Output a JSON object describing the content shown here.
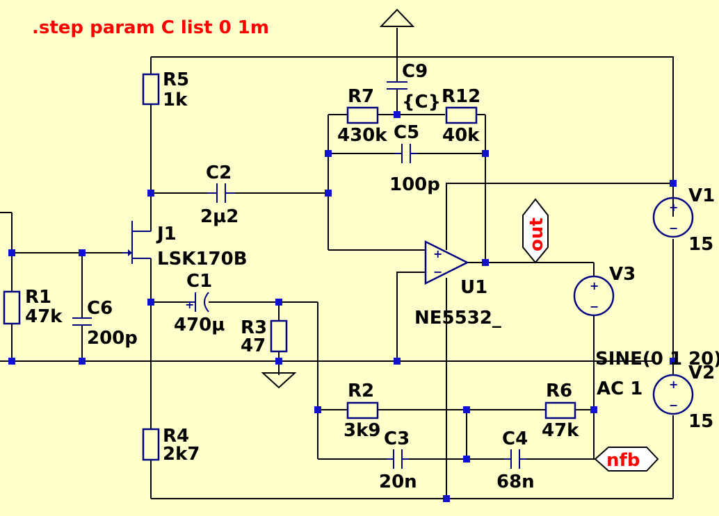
{
  "directive": ".step param C list 0 1m",
  "components": {
    "R5": {
      "name": "R5",
      "value": "1k"
    },
    "R7": {
      "name": "R7",
      "value": "430k"
    },
    "R12": {
      "name": "R12",
      "value": "40k"
    },
    "C9": {
      "name": "C9",
      "value": "{C}"
    },
    "C5": {
      "name": "C5",
      "value": "100p"
    },
    "C2": {
      "name": "C2",
      "value": "2µ2"
    },
    "J1": {
      "name": "J1",
      "value": "LSK170B"
    },
    "C1": {
      "name": "C1",
      "value": "470µ"
    },
    "R1": {
      "name": "R1",
      "value": "47k"
    },
    "C6": {
      "name": "C6",
      "value": "200p"
    },
    "R3": {
      "name": "R3",
      "value": "47"
    },
    "U1": {
      "name": "U1",
      "value": "NE5532_"
    },
    "V1": {
      "name": "V1",
      "value": "15"
    },
    "V2": {
      "name": "V2",
      "value": "15"
    },
    "V3": {
      "name": "V3",
      "value": "SINE(0 1 20)",
      "ac": "AC 1"
    },
    "R2": {
      "name": "R2",
      "value": "3k9"
    },
    "R6": {
      "name": "R6",
      "value": "47k"
    },
    "C3": {
      "name": "C3",
      "value": "20n"
    },
    "C4": {
      "name": "C4",
      "value": "68n"
    },
    "R4": {
      "name": "R4",
      "value": "2k7"
    }
  },
  "net_labels": {
    "out": "out",
    "nfb": "nfb"
  },
  "colors": {
    "background": "#ffffcc",
    "wire": "#000000",
    "component": "#000080",
    "junction": "#1010d0",
    "directive": "#ff0000"
  }
}
